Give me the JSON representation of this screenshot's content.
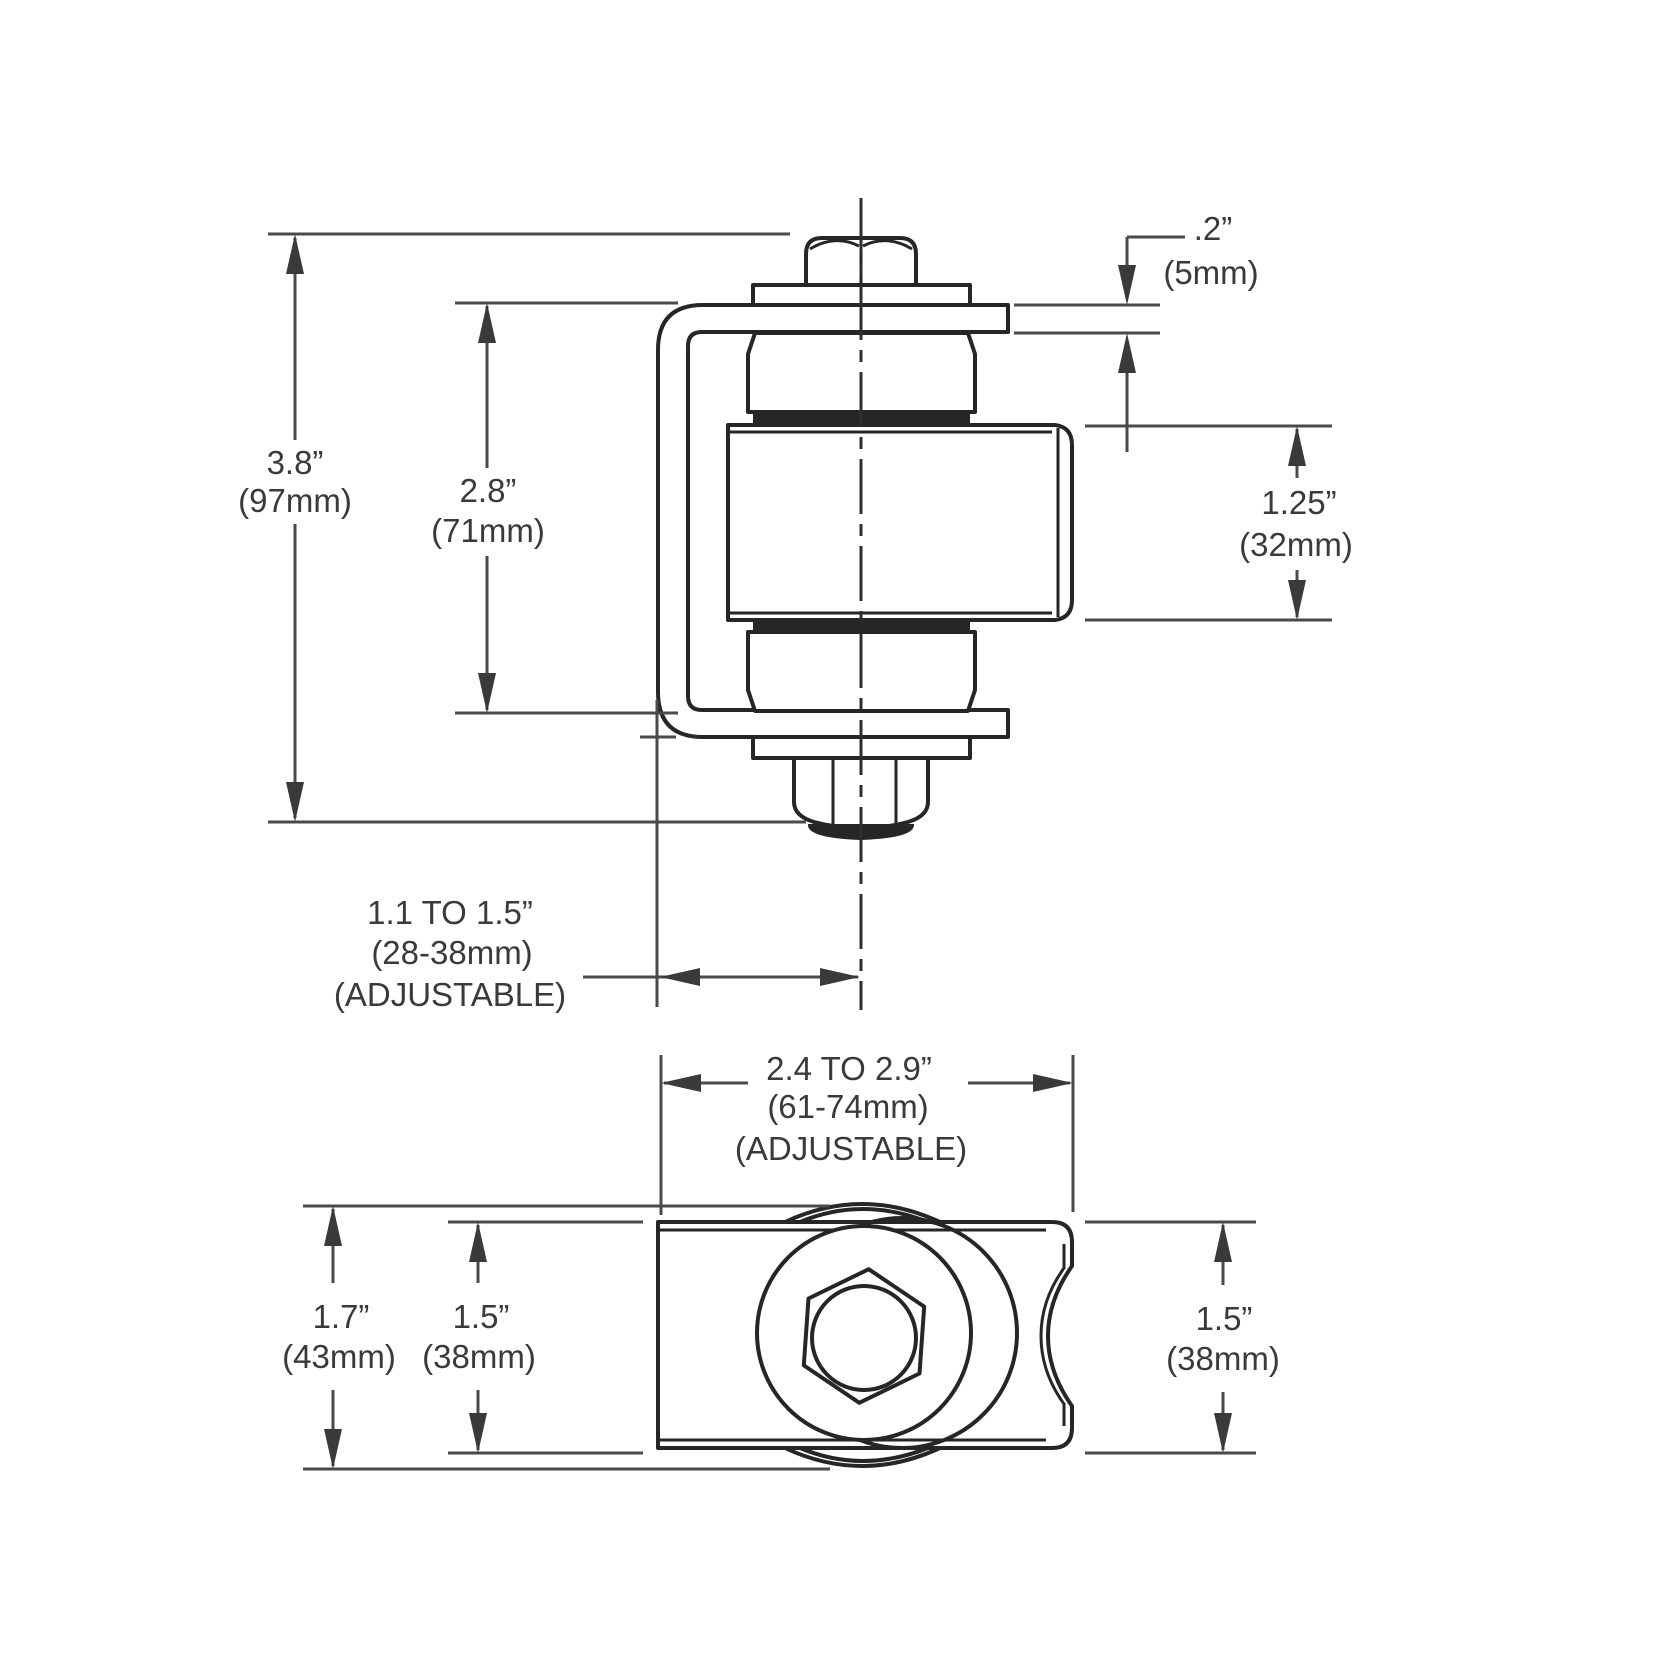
{
  "colors": {
    "background": "#ffffff",
    "part_line": "#262626",
    "dimension_line": "#4a4a4a",
    "text": "#3a3a3a"
  },
  "side_view": {
    "dim_overall_height": {
      "inches": "3.8”",
      "mm": "(97mm)"
    },
    "dim_bracket_opening": {
      "inches": "2.8”",
      "mm": "(71mm)"
    },
    "dim_flange_thickness": {
      "inches": ".2”",
      "mm": "(5mm)"
    },
    "dim_barrel_height": {
      "inches": "1.25”",
      "mm": "(32mm)"
    },
    "dim_post_offset": {
      "inches": "1.1 TO 1.5”",
      "mm": "(28-38mm)",
      "note": "(ADJUSTABLE)"
    }
  },
  "top_view": {
    "dim_overall_width": {
      "inches": "2.4 TO 2.9”",
      "mm": "(61-74mm)",
      "note": "(ADJUSTABLE)"
    },
    "dim_overall_depth": {
      "inches": "1.7”",
      "mm": "(43mm)"
    },
    "dim_plate_depth": {
      "inches": "1.5”",
      "mm": "(38mm)"
    },
    "dim_frame_depth": {
      "inches": "1.5”",
      "mm": "(38mm)"
    }
  }
}
